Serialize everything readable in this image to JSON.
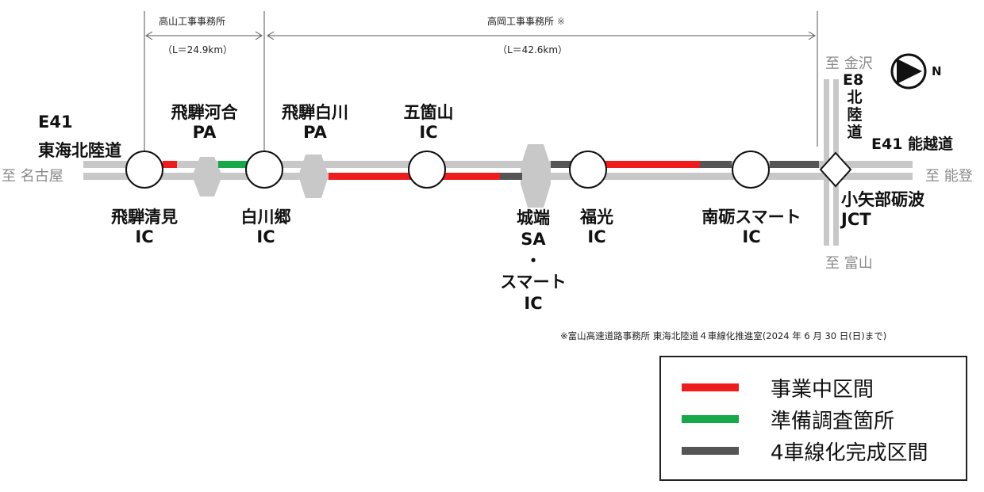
{
  "colors": {
    "under_construction": "#ee1c1c",
    "survey": "#16a94a",
    "completed": "#555555",
    "base_road": "#c8c8c8"
  },
  "header": {
    "takayama_office": "高山工事事務所",
    "takayama_length": "（L＝24.9km）",
    "takaoka_office": "高岡工事事務所",
    "takaoka_mark": "※",
    "takaoka_length": "（L＝42.6km）"
  },
  "route": {
    "name_code": "E41",
    "name": "東海北陸道",
    "to_nagoya": "至 名古屋",
    "to_noto": "至 能登",
    "to_kanazawa": "至 金沢",
    "to_toyama": "至 富山",
    "e8_code": "E8",
    "e8_name": "北陸道",
    "noetsu_code": "E41",
    "noetsu_name": "能越道",
    "north_mark": "N"
  },
  "stations": {
    "hida_kiyomi": [
      "飛騨清見",
      "IC"
    ],
    "hida_kawai": [
      "飛騨河合",
      "PA"
    ],
    "shirakawago": [
      "白川郷",
      "IC"
    ],
    "hida_shirakawa": [
      "飛騨白川",
      "PA"
    ],
    "gokayama": [
      "五箇山",
      "IC"
    ],
    "johana": [
      "城端",
      "SA",
      "・",
      "スマート",
      "IC"
    ],
    "fukumitsu": [
      "福光",
      "IC"
    ],
    "nanto_smart": [
      "南砺スマート",
      "IC"
    ],
    "oyabe_tonami": [
      "小矢部砺波",
      "JCT"
    ]
  },
  "footnote": "※富山高速道路事務所 東海北陸道４車線化推進室(2024 年 6 月 30 日(日)まで)",
  "legend": {
    "items": [
      {
        "label": "事業中区間",
        "color": "#ee1c1c"
      },
      {
        "label": "準備調査箇所",
        "color": "#16a94a"
      },
      {
        "label": "4車線化完成区間",
        "color": "#555555"
      }
    ]
  }
}
